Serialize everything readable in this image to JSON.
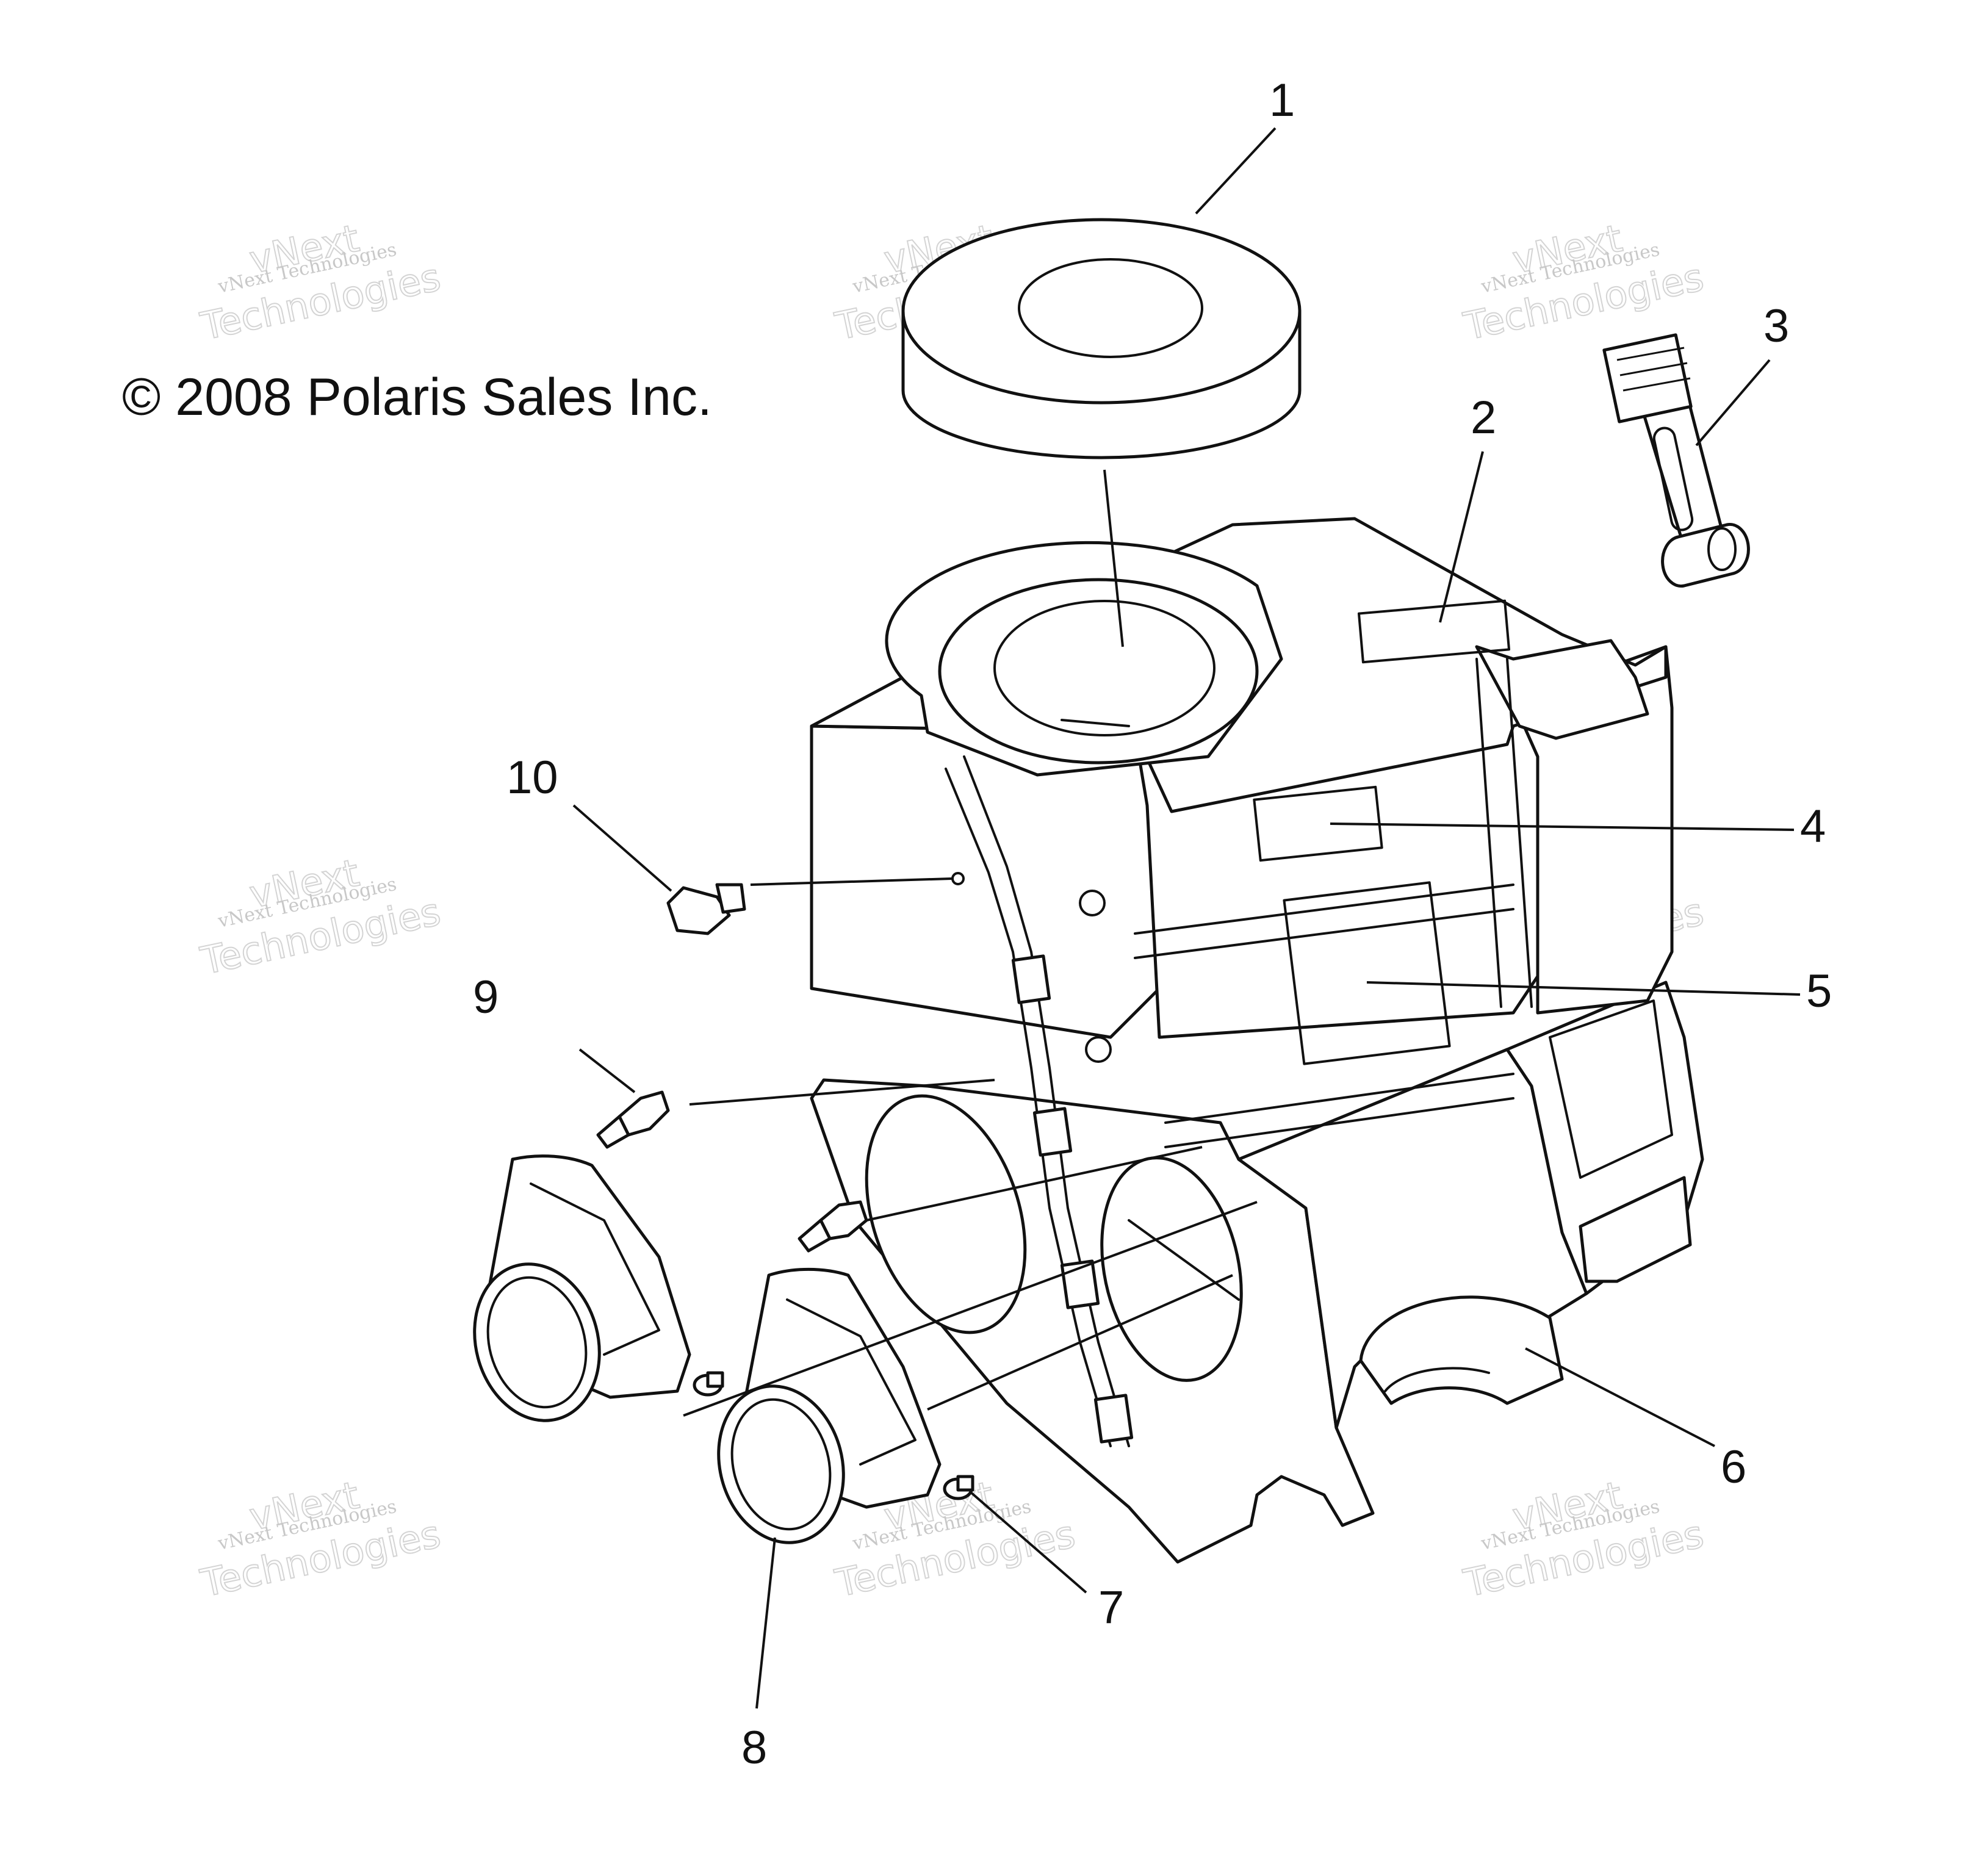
{
  "copyright": "© 2008 Polaris Sales Inc.",
  "watermark": {
    "line1": "vNext Technologies",
    "line2": "vNext",
    "line3": "Technologies"
  },
  "callouts": [
    {
      "id": "1",
      "label": "1"
    },
    {
      "id": "2",
      "label": "2"
    },
    {
      "id": "3",
      "label": "3"
    },
    {
      "id": "4",
      "label": "4"
    },
    {
      "id": "5",
      "label": "5"
    },
    {
      "id": "6",
      "label": "6"
    },
    {
      "id": "7",
      "label": "7"
    },
    {
      "id": "8",
      "label": "8"
    },
    {
      "id": "9",
      "label": "9"
    },
    {
      "id": "10",
      "label": "10"
    }
  ]
}
